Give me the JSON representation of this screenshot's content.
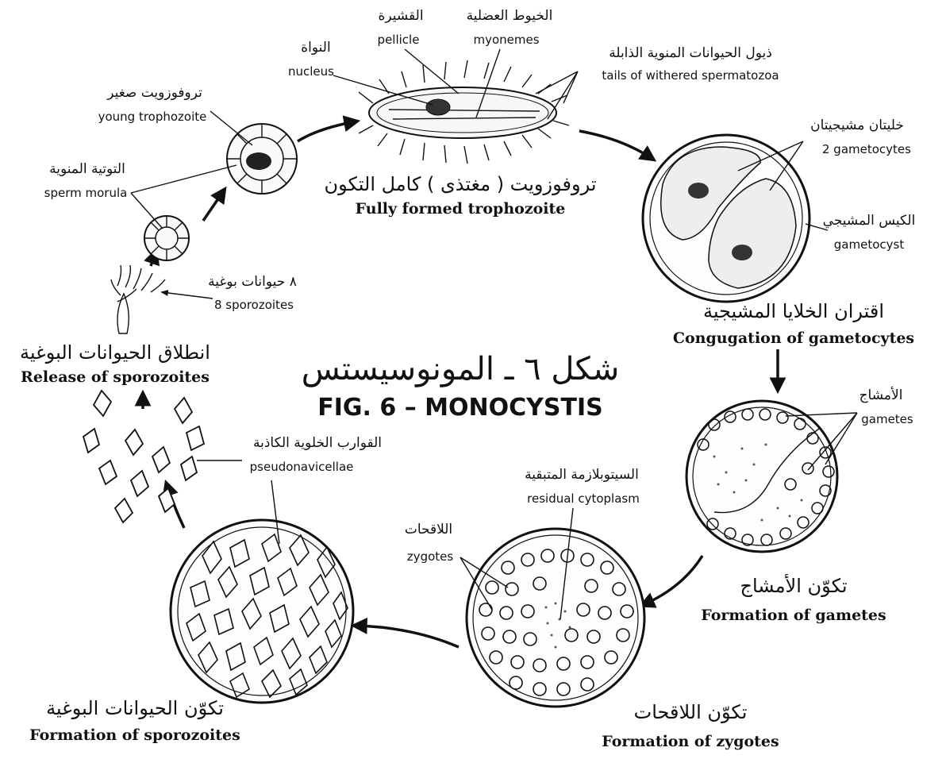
{
  "figure": {
    "title_ar": "شكل ٦ ـ المونوسيستس",
    "title_en": "FIG. 6 – MONOCYSTIS"
  },
  "stages": {
    "trophozoite": {
      "ar": "تروفوزويت ( مغتذى ) كامل التكون",
      "en": "Fully formed trophozoite"
    },
    "conjugation": {
      "ar": "اقتران الخلايا المشيجية",
      "en": "Congugation of gametocytes"
    },
    "gametes": {
      "ar": "تكوّن الأمشاج",
      "en": "Formation of gametes"
    },
    "zygotes": {
      "ar": "تكوّن اللاقحات",
      "en": "Formation of zygotes"
    },
    "sporozoites": {
      "ar": "تكوّن الحيوانات البوغية",
      "en": "Formation of sporozoites"
    },
    "release": {
      "ar": "انطلاق الحيوانات البوغية",
      "en": "Release of sporozoites"
    }
  },
  "parts": {
    "nucleus": {
      "ar": "النواة",
      "en": "nucleus"
    },
    "pellicle": {
      "ar": "القشيرة",
      "en": "pellicle"
    },
    "myonemes": {
      "ar": "الخيوط العضلية",
      "en": "myonemes"
    },
    "tails": {
      "ar": "ذيول الحيوانات المنوية الذابلة",
      "en": "tails of withered spermatozoa"
    },
    "young_trophozoite": {
      "ar": "تروفوزويت صغير",
      "en": "young trophozoite"
    },
    "sperm_morula": {
      "ar": "التوتية المنوية",
      "en": "sperm morula"
    },
    "eight_sporozoites": {
      "ar": "٨ حيوانات بوغية",
      "en": "8 sporozoites"
    },
    "gametocytes": {
      "ar": "خليتان مشيجيتان",
      "en": "2 gametocytes"
    },
    "gametocyst": {
      "ar": "الكيس المشيجي",
      "en": "gametocyst"
    },
    "gametes": {
      "ar": "الأمشاج",
      "en": "gametes"
    },
    "residual": {
      "ar": "السيتوبلازمة المتبقية",
      "en": "residual cytoplasm"
    },
    "zygotes": {
      "ar": "اللاقحات",
      "en": "zygotes"
    },
    "pseudonavicellae": {
      "ar": "القوارب الخلوية الكاذبة",
      "en": "pseudonavicellae"
    }
  }
}
